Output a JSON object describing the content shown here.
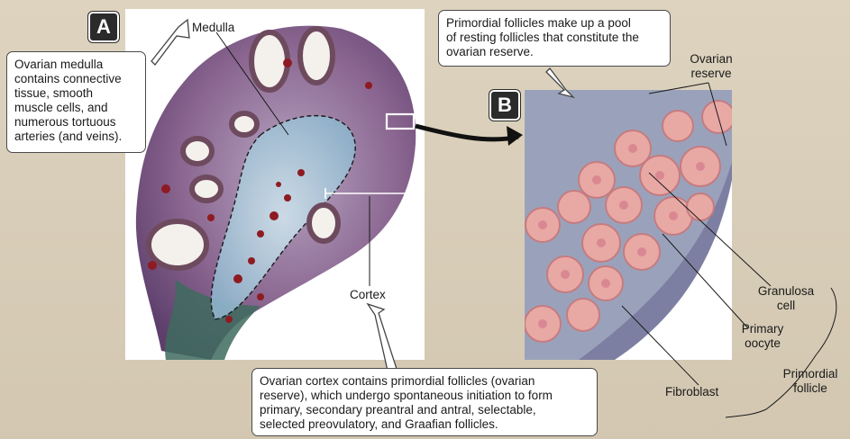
{
  "panels": {
    "a": {
      "badge": "A"
    },
    "b": {
      "badge": "B"
    }
  },
  "labels": {
    "medulla": "Medulla",
    "cortex": "Cortex",
    "ovarian_reserve": "Ovarian\nreserve",
    "granulosa_cell": "Granulosa\ncell",
    "primary_oocyte": "Primary\noocyte",
    "fibroblast": "Fibroblast",
    "primordial_follicle": "Primordial\nfollicle"
  },
  "callouts": {
    "medulla_note": "Ovarian medulla\ncontains connective\ntissue, smooth\nmuscle cells, and\nnumerous tortuous\narteries (and veins).",
    "primordial_note": "Primordial follicles make up a pool\nof resting follicles that constitute the\novarian reserve.",
    "cortex_note": "Ovarian cortex contains primordial follicles (ovarian\nreserve), which undergo spontaneous initiation to form\nprimary, secondary preantral and antral, selectable,\nselected preovulatory, and Graafian follicles."
  },
  "colors": {
    "background": "#d6cbb6",
    "tissue_purple": "#7a5a82",
    "connective_blue": "#8fb4cc",
    "follicle_pink": "#e8a8a4",
    "vessel_red": "#8e1b22"
  }
}
